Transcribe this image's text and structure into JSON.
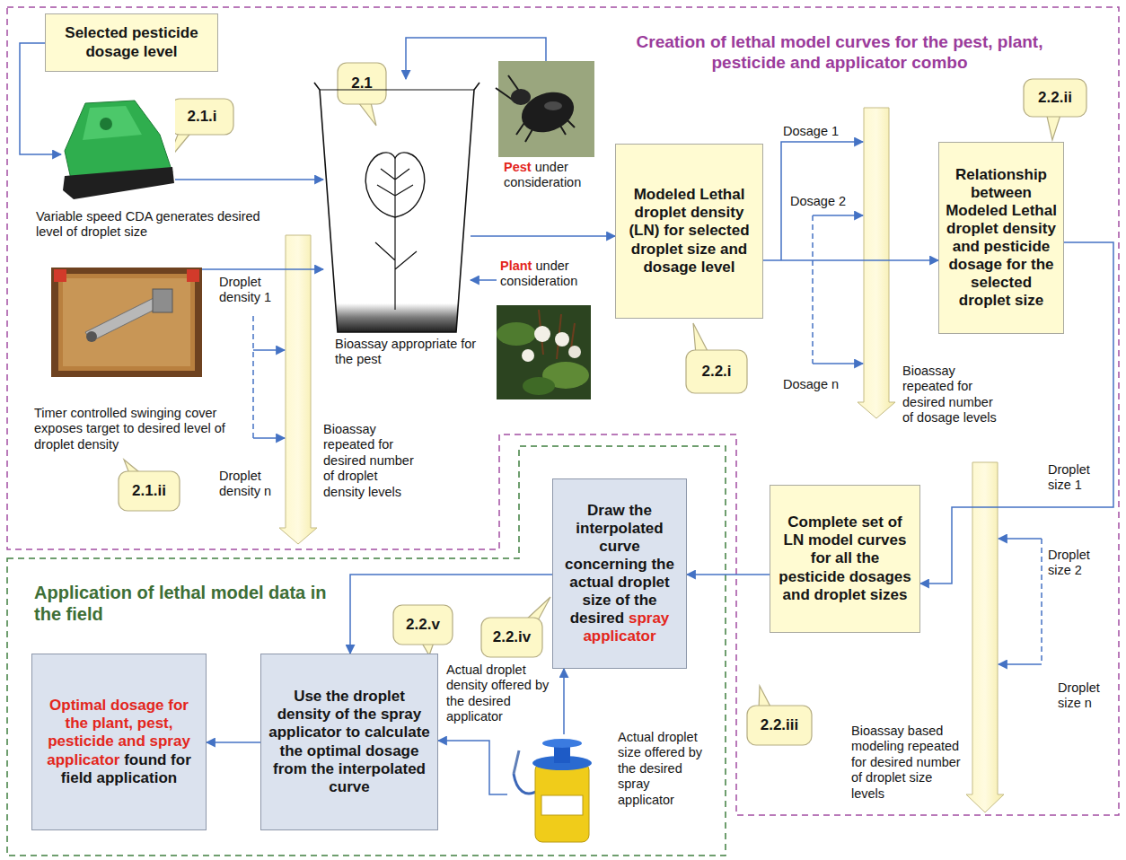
{
  "diagram": {
    "nodes": [
      {
        "text": [
          "Selected pesticide dosage level"
        ]
      },
      {
        "text": [
          "Variable speed CDA generates desired level of droplet size"
        ]
      },
      {
        "text": [
          "Bioassay appropriate for the pest"
        ]
      },
      {
        "text": [
          "Pest",
          "under consideration"
        ]
      },
      {
        "text": [
          "Plant",
          "under consideration"
        ]
      },
      {
        "text": [
          "Modeled Lethal droplet density (LN) for selected droplet size and dosage level"
        ]
      },
      {
        "text": [
          "Relationship between Modeled Lethal droplet density and pesticide dosage for the selected droplet size"
        ]
      },
      {
        "text": [
          "Timer controlled swinging cover exposes target to desired level of droplet density"
        ]
      },
      {
        "text": [
          "Complete set of LN model curves for all the pesticide dosages and droplet sizes"
        ]
      },
      {
        "text": [
          "Draw the interpolated curve concerning the actual droplet size of the desired",
          "spray applicator"
        ]
      },
      {
        "text": [
          "Use the droplet density of the spray applicator to calculate the optimal dosage from the interpolated curve"
        ]
      },
      {
        "text": [
          "Optimal dosage for the plant, pest, pesticide and spray applicator",
          "found for field application"
        ]
      },
      {
        "text": [
          "Actual droplet size offered by the desired spray applicator"
        ]
      }
    ],
    "edges": [
      {
        "from": 0,
        "to": 1,
        "arrow": "to"
      },
      {
        "from": 1,
        "to": 2,
        "arrow": "to"
      },
      {
        "from": 3,
        "to": 2,
        "arrow": "to"
      },
      {
        "from": 4,
        "to": 2,
        "arrow": "to"
      },
      {
        "from": 7,
        "to": 2,
        "arrow": "to"
      },
      {
        "from": 2,
        "to": 5,
        "arrow": "to"
      },
      {
        "from": 5,
        "to": 6,
        "arrow": "to"
      },
      {
        "from": 6,
        "to": 8,
        "arrow": "to"
      },
      {
        "from": 8,
        "to": 9,
        "arrow": "to"
      },
      {
        "from": 12,
        "to": 9,
        "arrow": "to"
      },
      {
        "from": 9,
        "to": 10,
        "arrow": "to"
      },
      {
        "from": 12,
        "to": 10,
        "label": "Actual droplet density offered by the desired applicator",
        "arrow": "to"
      },
      {
        "from": 10,
        "to": 11,
        "arrow": "to"
      }
    ],
    "labels": [
      "Creation of lethal model curves for the pest, plant, pesticide and applicator combo",
      "Application of lethal model data in the field",
      "2.1",
      "2.1.i",
      "2.1.ii",
      "2.2.i",
      "2.2.ii",
      "2.2.iii",
      "2.2.iv",
      "2.2.v",
      "Droplet density 1",
      "Droplet density n",
      "Bioassay repeated for desired number of droplet density levels",
      "Dosage 1",
      "Dosage 2",
      "Dosage n",
      "Bioassay repeated for desired number of dosage levels",
      "Droplet size 1",
      "Droplet size 2",
      "Droplet size n",
      "Bioassay based modeling repeated for desired number of droplet size levels"
    ]
  }
}
